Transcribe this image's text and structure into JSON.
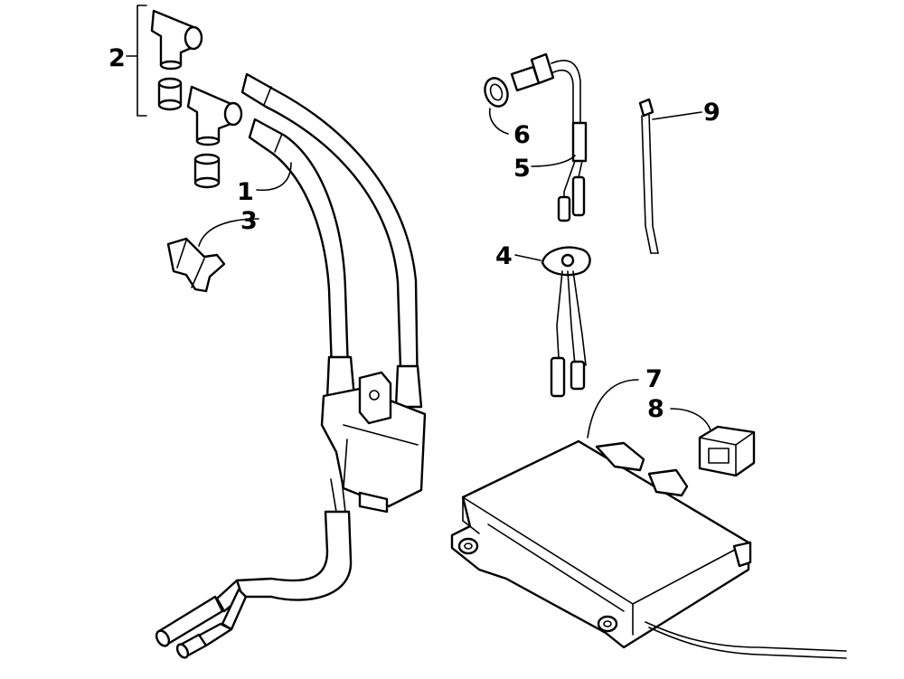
{
  "callouts": [
    {
      "id": "callout-1",
      "text": "1"
    },
    {
      "id": "callout-2",
      "text": "2"
    },
    {
      "id": "callout-3",
      "text": "3"
    },
    {
      "id": "callout-4",
      "text": "4"
    },
    {
      "id": "callout-5",
      "text": "5"
    },
    {
      "id": "callout-6",
      "text": "6"
    },
    {
      "id": "callout-7",
      "text": "7"
    },
    {
      "id": "callout-8",
      "text": "8"
    },
    {
      "id": "callout-9",
      "text": "9"
    }
  ],
  "colors": {
    "line": "#000000",
    "background": "#ffffff"
  }
}
